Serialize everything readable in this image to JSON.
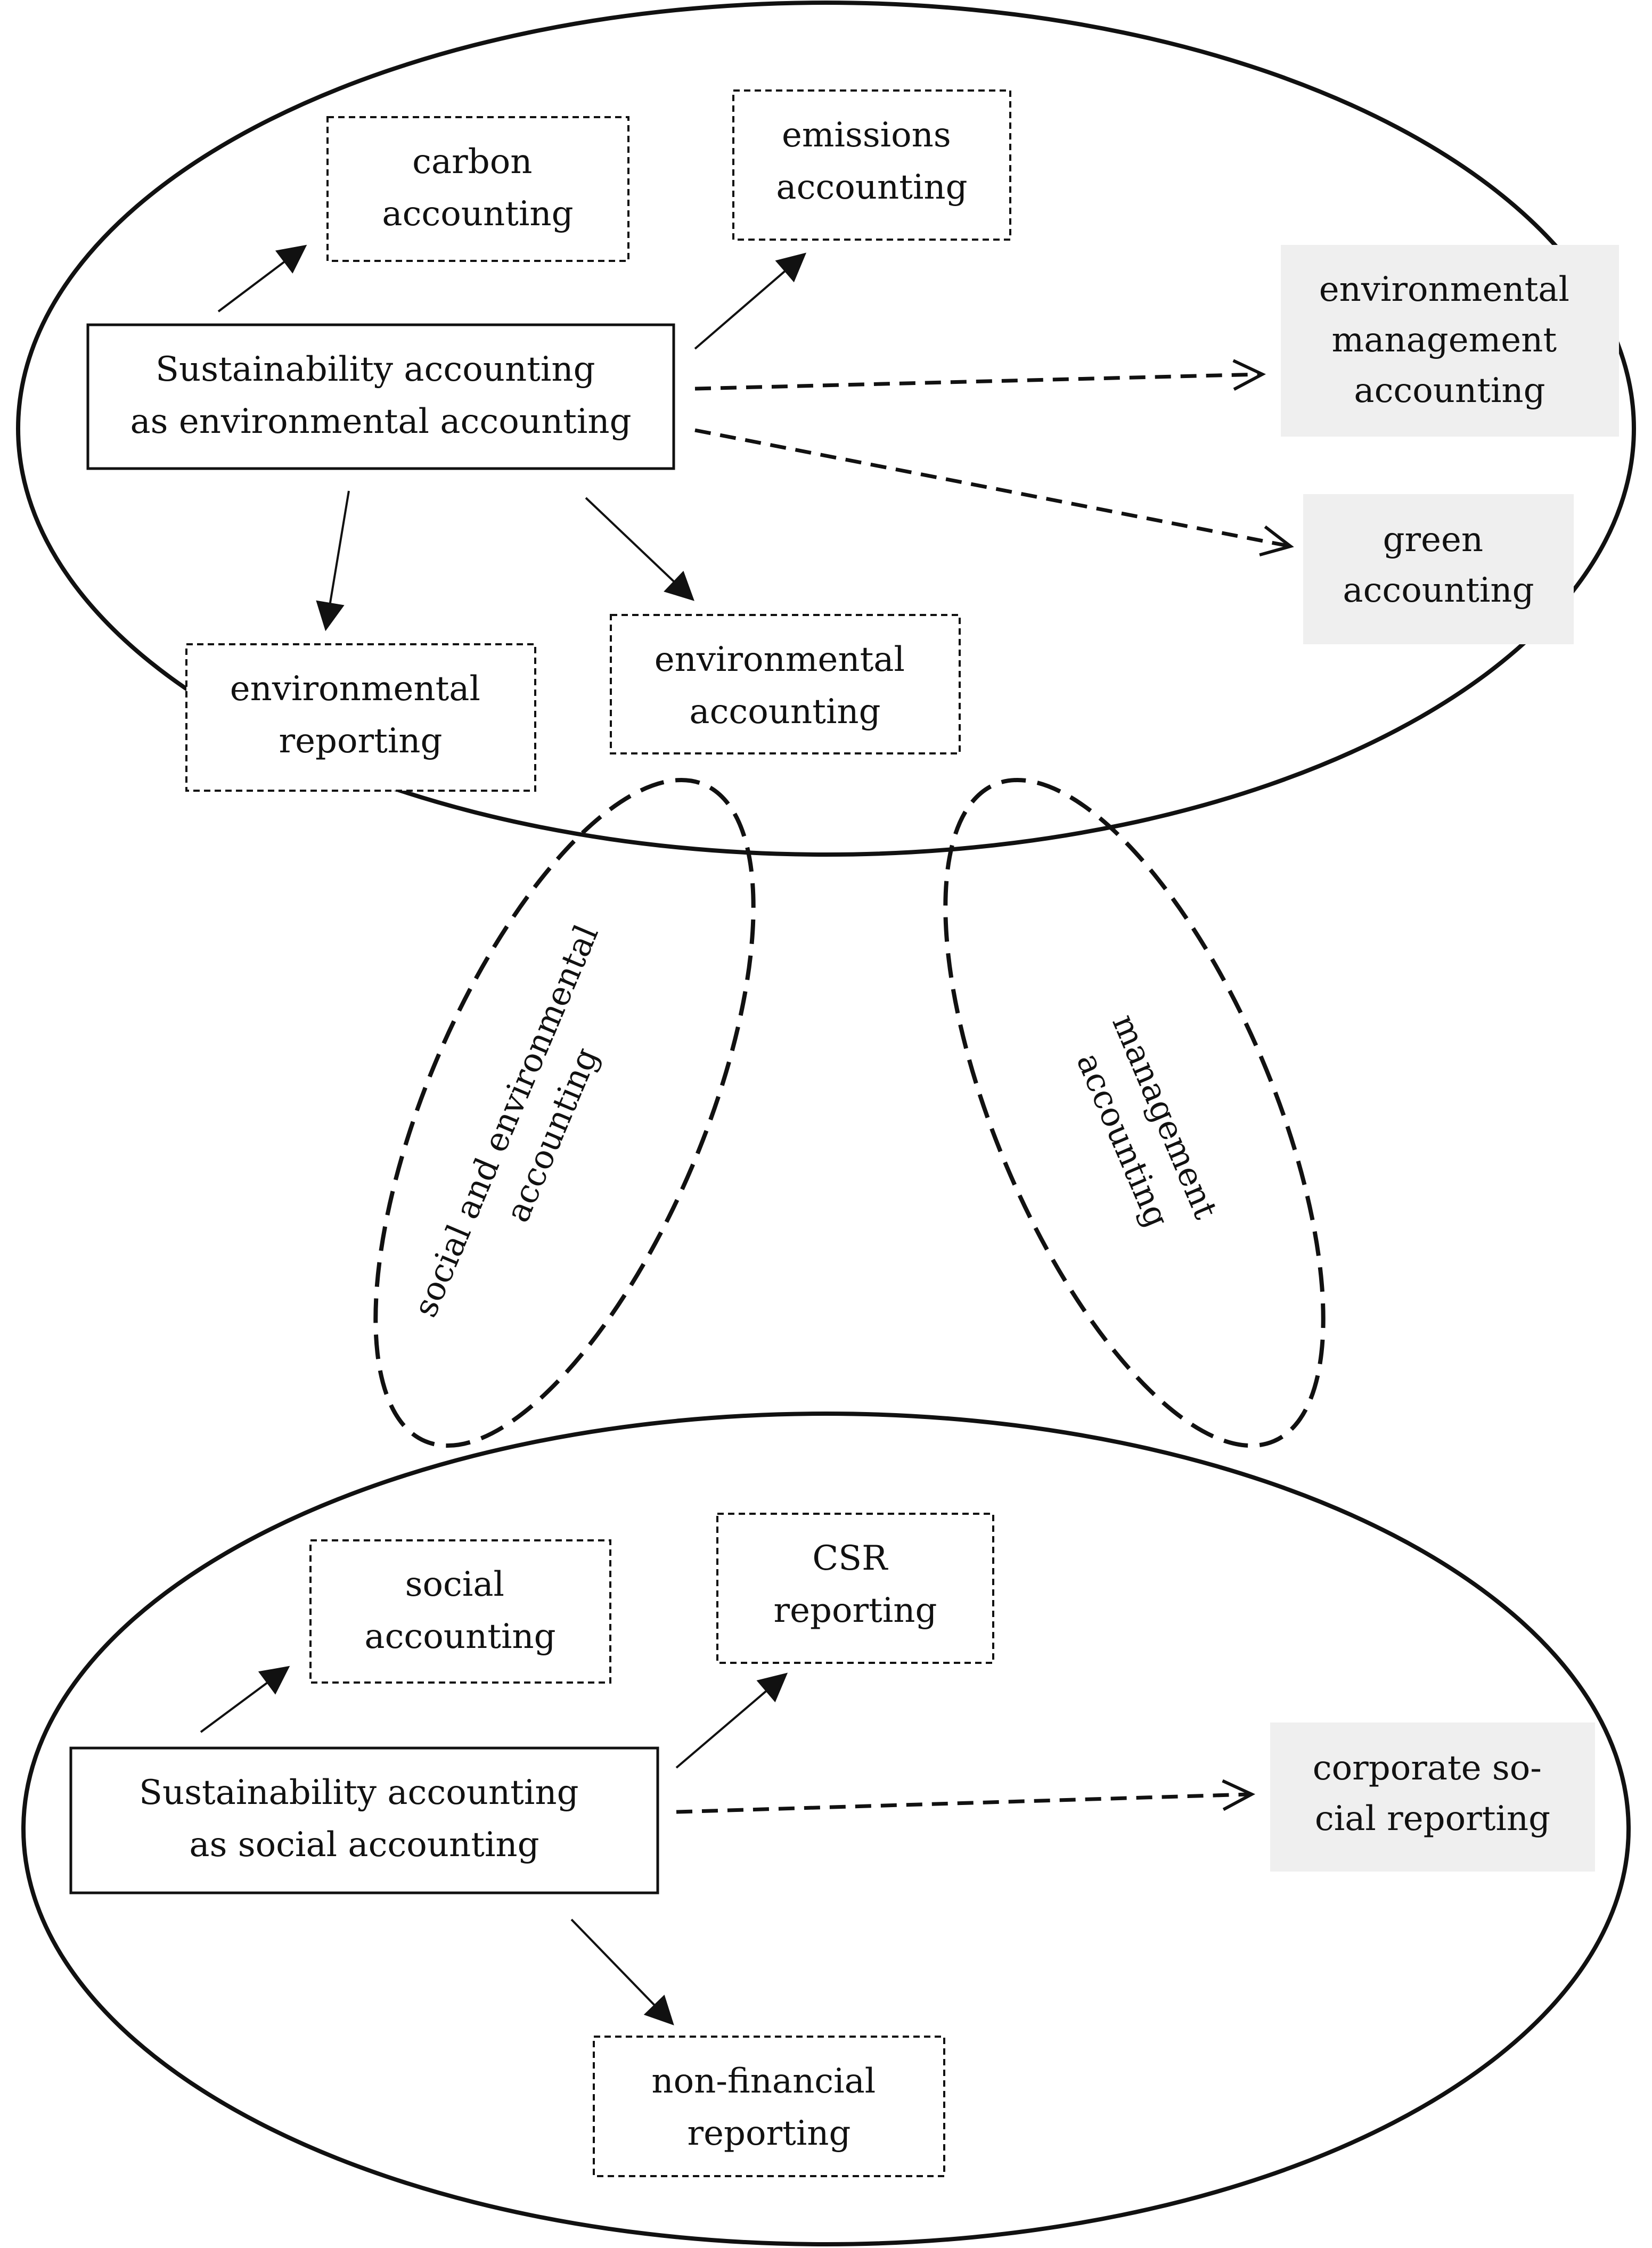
{
  "top_group": {
    "center": [
      "Sustainability accounting",
      "as environmental accounting"
    ],
    "carbon": [
      "carbon",
      "accounting"
    ],
    "emissions": [
      "emissions",
      "accounting"
    ],
    "env_mgmt": [
      "environmental",
      "management",
      "accounting"
    ],
    "green": [
      "green",
      "accounting"
    ],
    "env_reporting": [
      "environmental",
      "reporting"
    ],
    "env_accounting": [
      "environmental",
      "accounting"
    ]
  },
  "bridges": {
    "left": [
      "social and environmental",
      "accounting"
    ],
    "right": [
      "management",
      "accounting"
    ]
  },
  "bottom_group": {
    "center": [
      "Sustainability accounting",
      "as social accounting"
    ],
    "social": [
      "social",
      "accounting"
    ],
    "csr": [
      "CSR",
      "reporting"
    ],
    "corporate": [
      "corporate so-",
      "cial reporting"
    ],
    "nonfinancial": [
      "non-financial",
      "reporting"
    ]
  },
  "colors": {
    "stroke": "#111111",
    "shaded_box": "#efefef"
  }
}
